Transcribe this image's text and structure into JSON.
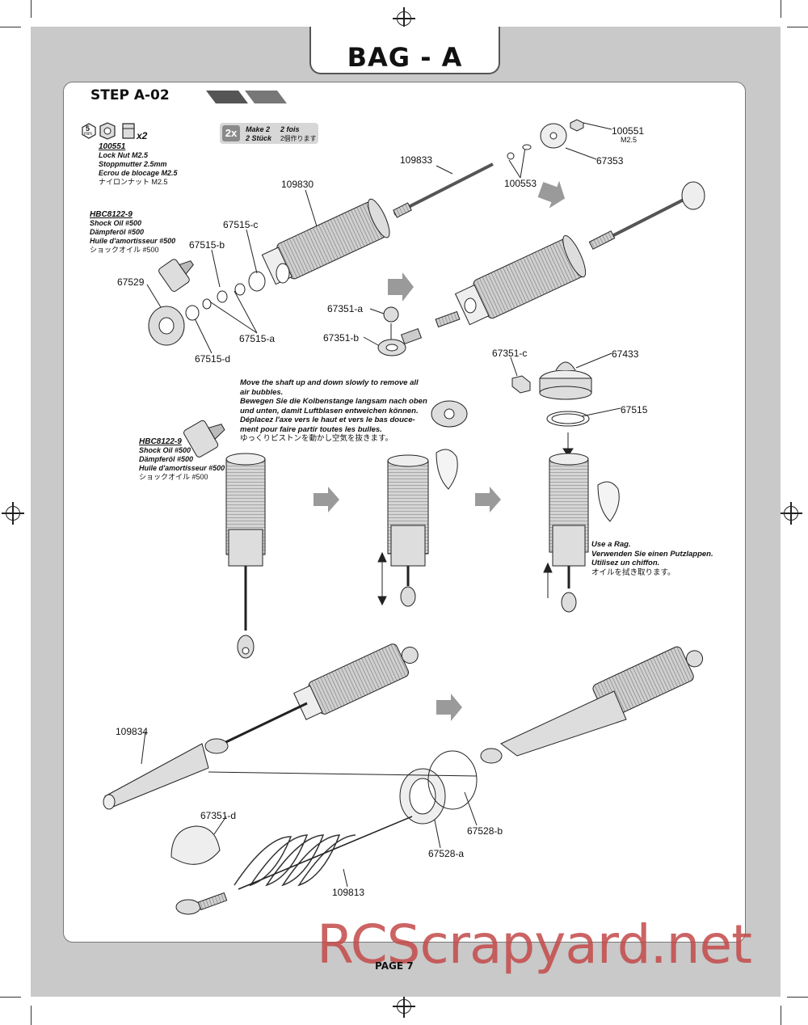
{
  "bag_title": "BAG - A",
  "step_title": "STEP A-02",
  "page": {
    "label": "PAGE",
    "number": "7"
  },
  "watermark": "RCScrapyard.net",
  "parts_callout": {
    "tool_size": "5",
    "tool_unit": "mm",
    "quantity": "x2",
    "part_no": "100551",
    "lines": [
      "Lock Nut M2.5",
      "Stoppmutter 2.5mm",
      "Ecrou de blocage M2.5",
      "ナイロンナット M2.5"
    ]
  },
  "make2": {
    "badge": "2x",
    "en": "Make 2",
    "de": "2 Stück",
    "fr": "2 fois",
    "jp": "2個作ります"
  },
  "oil_callout_1": {
    "part_no": "HBC8122-9",
    "lines": [
      "Shock Oil #500",
      "Dämpferöl #500",
      "Huile d'amortisseur #500",
      "ショックオイル #500"
    ]
  },
  "oil_callout_2": {
    "part_no": "HBC8122-9",
    "lines": [
      "Shock Oil #500",
      "Dämpferöl #500",
      "Huile d'amortisseur #500",
      "ショックオイル #500"
    ]
  },
  "air_tip": {
    "lines": [
      "Move the shaft up and down slowly to remove all",
      "air bubbles.",
      "Bewegen Sie die Kolbenstange langsam nach oben",
      "und unten, damit Luftblasen entweichen können.",
      "Déplacez l'axe vers le haut et vers le bas douce-",
      "ment pour faire partir toutes les bulles."
    ],
    "jp": "ゆっくりピストンを動かし空気を抜きます。"
  },
  "rag_tip": {
    "lines": [
      "Use a Rag.",
      "Verwenden Sie einen Putzlappen.",
      "Utilisez un chiffon."
    ],
    "jp": "オイルを拭き取ります。"
  },
  "part_labels": {
    "p100551": "100551",
    "p100551_size": "M2.5",
    "p67353": "67353",
    "p109833": "109833",
    "p100553": "100553",
    "p109830": "109830",
    "p67515c": "67515-c",
    "p67515b": "67515-b",
    "p67529": "67529",
    "p67515a": "67515-a",
    "p67515d": "67515-d",
    "p67351a": "67351-a",
    "p67351b": "67351-b",
    "p67351c": "67351-c",
    "p67433": "67433",
    "p67515": "67515",
    "p109834": "109834",
    "p67351d": "67351-d",
    "p109813": "109813",
    "p67528a": "67528-a",
    "p67528b": "67528-b"
  },
  "colors": {
    "frame": "#c9c9c9",
    "arrow": "#9a9a9a",
    "watermark": "#c44a4a"
  }
}
